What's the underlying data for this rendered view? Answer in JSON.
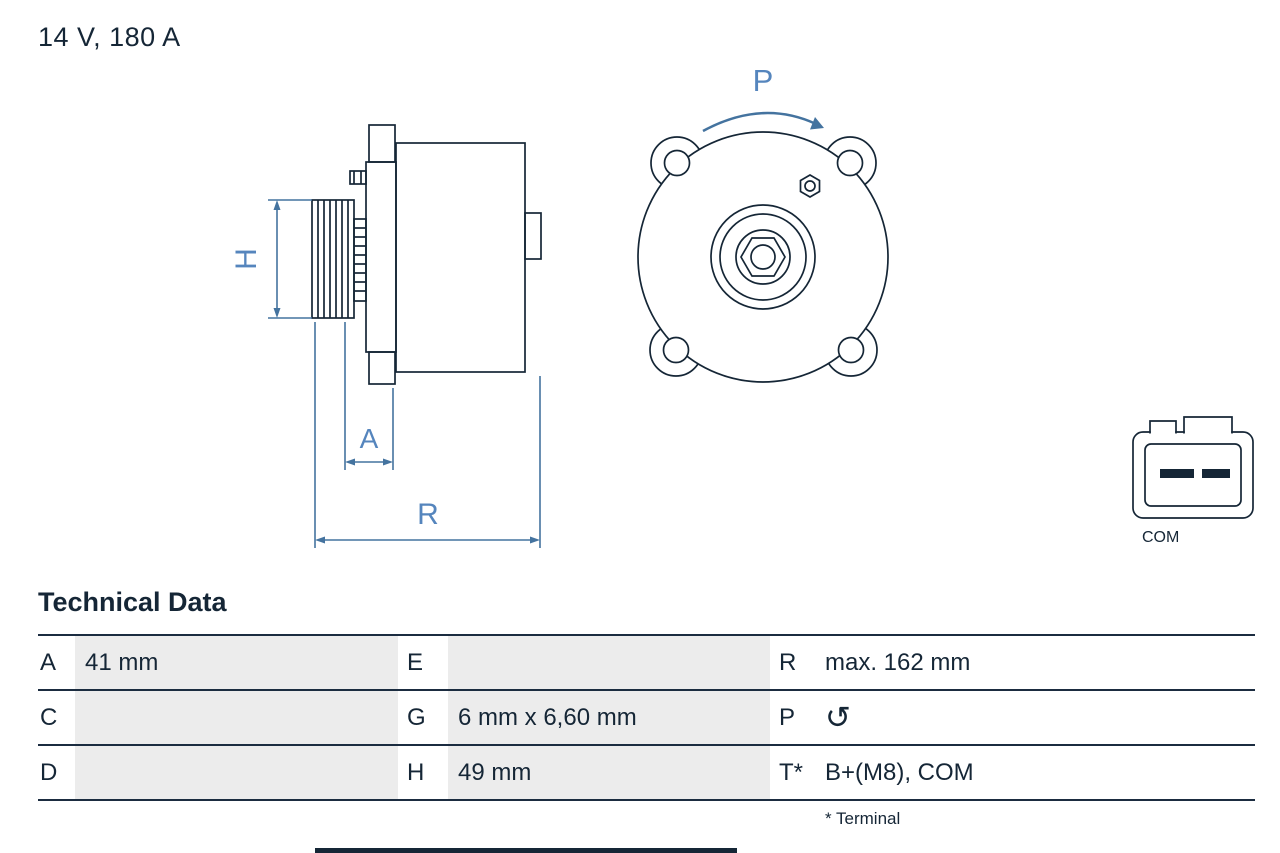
{
  "title": "14 V, 180 A",
  "colors": {
    "ink": "#152636",
    "dimension_line": "#44739f",
    "dimension_text": "#5585bd",
    "cell_background": "#ececec"
  },
  "diagram": {
    "labels": {
      "h": "H",
      "a": "A",
      "r": "R",
      "p": "P"
    },
    "connector_label": "COM"
  },
  "icons": {
    "rotation": {
      "name": "rotation-ccw-icon",
      "glyph": "↺"
    }
  },
  "table": {
    "heading": "Technical Data",
    "rows": [
      {
        "cells": [
          {
            "label": "A",
            "value": "41 mm"
          },
          {
            "label": "E",
            "value": ""
          },
          {
            "label": "R",
            "value": "max. 162 mm"
          }
        ]
      },
      {
        "cells": [
          {
            "label": "C",
            "value": ""
          },
          {
            "label": "G",
            "value": "6 mm x 6,60 mm"
          },
          {
            "label": "P",
            "value": ""
          }
        ]
      },
      {
        "cells": [
          {
            "label": "D",
            "value": ""
          },
          {
            "label": "H",
            "value": "49 mm"
          },
          {
            "label": "T*",
            "value": "B+(M8), COM"
          }
        ]
      }
    ],
    "footnote": "* Terminal"
  }
}
